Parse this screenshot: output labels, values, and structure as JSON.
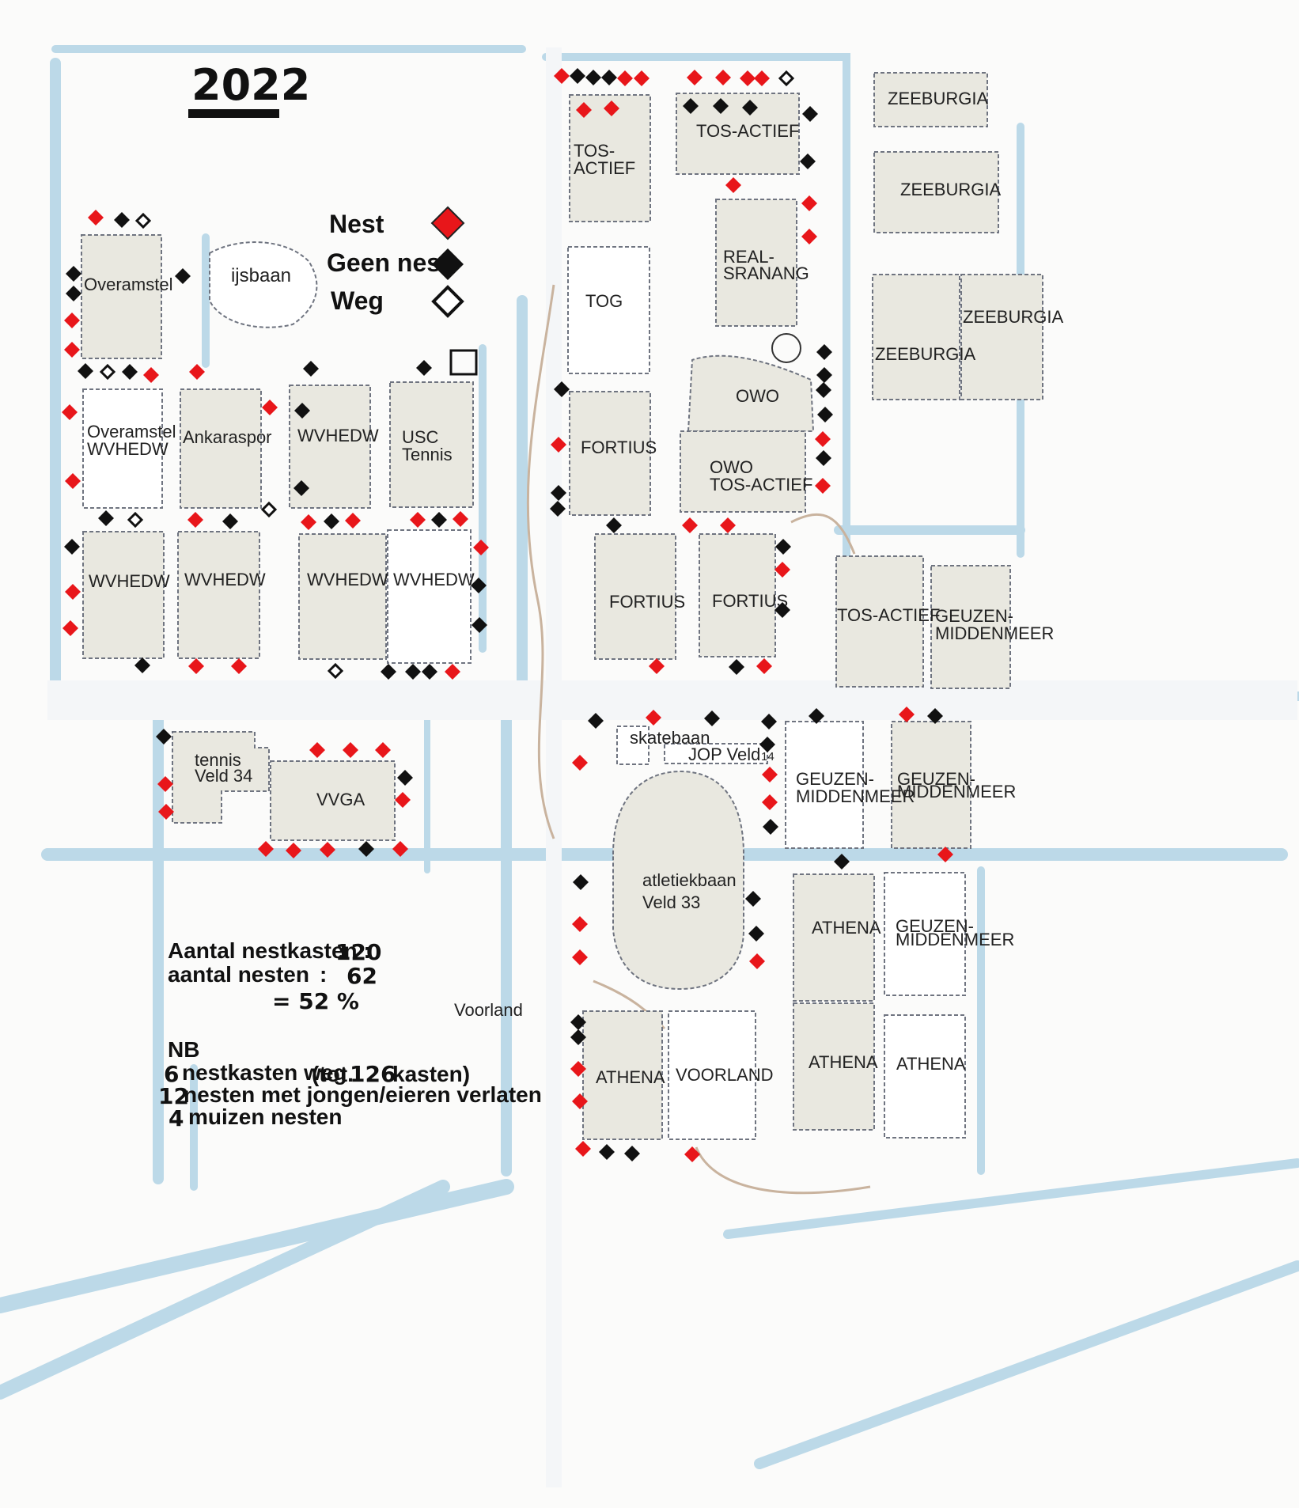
{
  "year": "2022",
  "legend": {
    "nest": "Nest",
    "geen_nest": "Geen  nest",
    "weg": "Weg",
    "colors": {
      "nest": "#e8161a",
      "geen_nest": "#111111",
      "weg": "#111111"
    }
  },
  "labels": {
    "ijsbaan": "ijsbaan",
    "overamstel": "Overamstel",
    "overamstel_wvhedw_1": "Overamstel",
    "overamstel_wvhedw_2": "WVHEDW",
    "ankaraspor": "Ankaraspor",
    "wvhedw_a": "WVHEDW",
    "usc_1": "USC",
    "usc_2": "Tennis",
    "wvhedw_b": "WVHEDW",
    "wvhedw_c": "WVHEDW",
    "wvhedw_d": "WVHEDW",
    "wvhedw_e": "WVHEDW",
    "tos_actief_a1": "TOS-",
    "tos_actief_a2": "ACTIEF",
    "tos_actief_b": "TOS-ACTIEF",
    "zeeburgia_1": "ZEEBURGIA",
    "zeeburgia_2": "ZEEBURGIA",
    "zeeburgia_3": "ZEEBURGIA",
    "zeeburgia_4": "ZEEBURGIA",
    "real_1": "REAL-",
    "real_2": "SRANANG",
    "tog": "TOG",
    "owo": "OWO",
    "owo_tos_1": "OWO",
    "owo_tos_2": "TOS-ACTIEF",
    "fortius_1": "FORTIUS",
    "fortius_2": "FORTIUS",
    "fortius_3": "FORTIUS",
    "tos_actief_c": "TOS-ACTIEF",
    "gm_1a": "GEUZEN-",
    "gm_1b": "MIDDENMEER",
    "tennis_1": "tennis",
    "tennis_2": "Veld  34",
    "vvga": "VVGA",
    "skatebaan": "skatebaan",
    "jop": "JOP  Veld",
    "veld_14": "14",
    "gm_2a": "GEUZEN-",
    "gm_2b": "MIDDENMEER",
    "gm_3a": "GEUZEN-",
    "gm_3b": "MIDDENMEER",
    "atletiek_1": "atletiekbaan",
    "atletiek_2": "Veld  33",
    "athena_1": "ATHENA",
    "gm_4a": "GEUZEN-",
    "gm_4b": "MIDDENMEER",
    "voorland_area": "Voorland",
    "athena_2": "ATHENA",
    "voorland": "VOORLAND",
    "athena_3": "ATHENA",
    "athena_4": "ATHENA"
  },
  "stats": {
    "line1_label": "Aantal nestkasten :",
    "line1_value": "120",
    "line2_label": "aantal nesten",
    "line2_colon": ":",
    "line2_value": "62",
    "line3": "=  52 %",
    "nb": "NB",
    "nb1_num": "6",
    "nb1_text": "nestkasten weg",
    "nb1_paren": "(tot.",
    "nb1_total": "126",
    "nb1_end": "kasten)",
    "nb2_num": "12",
    "nb2_text": "nesten met jongen/eieren verlaten",
    "nb3_num": "4",
    "nb3_text": "muizen nesten"
  },
  "markers": {
    "nest": [
      [
        121,
        275
      ],
      [
        191,
        474
      ],
      [
        249,
        470
      ],
      [
        91,
        405
      ],
      [
        91,
        442
      ],
      [
        88,
        521
      ],
      [
        92,
        608
      ],
      [
        341,
        515
      ],
      [
        247,
        657
      ],
      [
        390,
        660
      ],
      [
        446,
        658
      ],
      [
        528,
        657
      ],
      [
        582,
        656
      ],
      [
        608,
        692
      ],
      [
        572,
        849
      ],
      [
        92,
        748
      ],
      [
        89,
        794
      ],
      [
        248,
        842
      ],
      [
        302,
        842
      ],
      [
        710,
        96
      ],
      [
        790,
        99
      ],
      [
        811,
        99
      ],
      [
        878,
        98
      ],
      [
        914,
        98
      ],
      [
        945,
        99
      ],
      [
        963,
        99
      ],
      [
        738,
        139
      ],
      [
        773,
        137
      ],
      [
        927,
        234
      ],
      [
        1023,
        257
      ],
      [
        1023,
        299
      ],
      [
        706,
        562
      ],
      [
        1040,
        555
      ],
      [
        1040,
        614
      ],
      [
        872,
        664
      ],
      [
        920,
        664
      ],
      [
        989,
        720
      ],
      [
        830,
        842
      ],
      [
        966,
        842
      ],
      [
        826,
        907
      ],
      [
        733,
        964
      ],
      [
        973,
        979
      ],
      [
        973,
        1014
      ],
      [
        1146,
        903
      ],
      [
        1195,
        1080
      ],
      [
        733,
        1168
      ],
      [
        733,
        1210
      ],
      [
        957,
        1215
      ],
      [
        731,
        1351
      ],
      [
        733,
        1392
      ],
      [
        737,
        1452
      ],
      [
        875,
        1459
      ],
      [
        401,
        948
      ],
      [
        443,
        948
      ],
      [
        484,
        948
      ],
      [
        509,
        1011
      ],
      [
        336,
        1073
      ],
      [
        371,
        1075
      ],
      [
        414,
        1074
      ],
      [
        506,
        1073
      ],
      [
        209,
        991
      ],
      [
        210,
        1026
      ]
    ],
    "geen": [
      [
        154,
        278
      ],
      [
        93,
        346
      ],
      [
        93,
        371
      ],
      [
        231,
        349
      ],
      [
        108,
        469
      ],
      [
        164,
        470
      ],
      [
        393,
        466
      ],
      [
        536,
        465
      ],
      [
        382,
        519
      ],
      [
        381,
        617
      ],
      [
        134,
        655
      ],
      [
        291,
        659
      ],
      [
        419,
        659
      ],
      [
        555,
        657
      ],
      [
        91,
        691
      ],
      [
        605,
        740
      ],
      [
        606,
        790
      ],
      [
        180,
        841
      ],
      [
        491,
        849
      ],
      [
        522,
        849
      ],
      [
        543,
        849
      ],
      [
        730,
        96
      ],
      [
        750,
        98
      ],
      [
        770,
        98
      ],
      [
        873,
        134
      ],
      [
        911,
        134
      ],
      [
        948,
        136
      ],
      [
        1024,
        144
      ],
      [
        1021,
        204
      ],
      [
        1042,
        445
      ],
      [
        1042,
        474
      ],
      [
        1041,
        493
      ],
      [
        1043,
        524
      ],
      [
        1041,
        579
      ],
      [
        710,
        492
      ],
      [
        706,
        623
      ],
      [
        705,
        643
      ],
      [
        776,
        664
      ],
      [
        990,
        691
      ],
      [
        989,
        771
      ],
      [
        931,
        843
      ],
      [
        753,
        911
      ],
      [
        900,
        908
      ],
      [
        972,
        912
      ],
      [
        970,
        941
      ],
      [
        1032,
        905
      ],
      [
        1182,
        905
      ],
      [
        974,
        1045
      ],
      [
        1064,
        1089
      ],
      [
        734,
        1115
      ],
      [
        952,
        1136
      ],
      [
        956,
        1180
      ],
      [
        731,
        1292
      ],
      [
        731,
        1311
      ],
      [
        767,
        1456
      ],
      [
        799,
        1458
      ],
      [
        207,
        931
      ],
      [
        512,
        983
      ],
      [
        463,
        1073
      ]
    ],
    "weg": [
      [
        181,
        279
      ],
      [
        136,
        470
      ],
      [
        171,
        657
      ],
      [
        340,
        644
      ],
      [
        424,
        848
      ],
      [
        994,
        99
      ]
    ]
  }
}
